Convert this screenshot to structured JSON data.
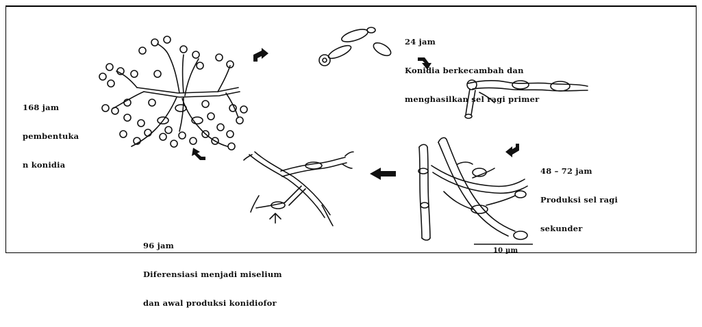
{
  "stages": [
    {
      "id": "s24",
      "time": "24 jam",
      "desc_line1": "Konidia berkecambah dan",
      "desc_line2": "menghasilkan sel ragi primer"
    },
    {
      "id": "s48",
      "time": "48 – 72 jam",
      "desc_line1": "Produksi sel ragi",
      "desc_line2": "sekunder"
    },
    {
      "id": "s96",
      "time": "96 jam",
      "desc_line1": "Diferensiasi menjadi miselium",
      "desc_line2": "dan awal produksi konidiofor"
    },
    {
      "id": "s168",
      "time": "168 jam",
      "desc_line1": "pembentuka",
      "desc_line2": "n konidia"
    }
  ],
  "scale_bar": {
    "label": "10 µm"
  },
  "colors": {
    "ink": "#111111",
    "background": "#ffffff"
  }
}
